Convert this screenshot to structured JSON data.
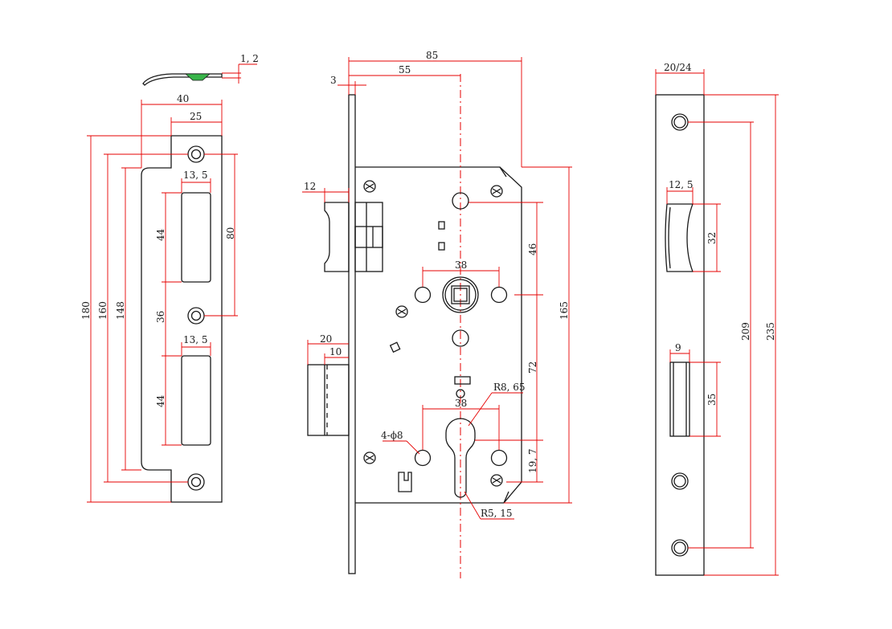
{
  "colors": {
    "outline": "#1a1a1a",
    "dimension": "#e60000",
    "accent_green": "#39b54a"
  },
  "strike_plate": {
    "thickness": "1, 2",
    "width_total": "40",
    "width_inner": "25",
    "hole_spacing": "80",
    "slot_width_top": "13, 5",
    "slot_height_top": "44",
    "slot_gap": "36",
    "slot_width_bottom": "13, 5",
    "slot_height_bottom": "44",
    "height_total": "180",
    "height_holes": "160",
    "height_inner": "148"
  },
  "lock_body": {
    "depth": "85",
    "backset": "55",
    "faceplate_thickness": "3",
    "deadbolt_throw": "12",
    "latch_outer": "20",
    "latch_inner": "10",
    "follower_hole_spacing": "38",
    "follower_to_top": "46",
    "body_height": "165",
    "follower_to_cylinder": "72",
    "cylinder_to_bottom": "19, 7",
    "cylinder_hole_spacing": "38",
    "cylinder_top_radius": "R8, 65",
    "cylinder_bottom_radius": "R5, 15",
    "mounting_holes": "4-ϕ8"
  },
  "faceplate": {
    "width": "20/24",
    "deadbolt_width": "12, 5",
    "deadbolt_height": "32",
    "latch_width": "9",
    "latch_height": "35",
    "hole_spacing": "209",
    "height_total": "235"
  }
}
